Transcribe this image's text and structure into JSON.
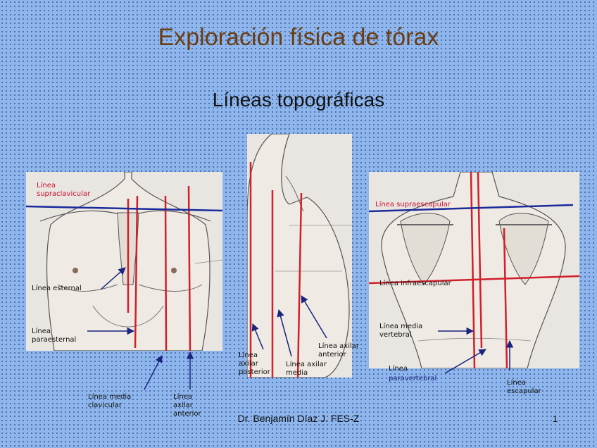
{
  "slide": {
    "title": "Exploración física de tórax",
    "subtitle": "Líneas topográficas",
    "footer": "Dr. Benjamín Díaz J. FES-Z",
    "page_number": "1"
  },
  "front_view": {
    "labels": {
      "supraclavicular": "Línea\nsupraclavicular",
      "esternal": "Línea esternal",
      "paraesternal": "Línea\nparaesternal",
      "media_clavicular": "Línea media\nclavicular",
      "axilar_anterior": "Línea\naxilar\nanterior"
    }
  },
  "side_view": {
    "labels": {
      "axilar_posterior": "Línea\naxilar\nposterior",
      "axilar_media": "Línea axilar\nmedia",
      "axilar_anterior": "Línea axilar\nanterior"
    }
  },
  "back_view": {
    "labels": {
      "supraescapular": "Línea supraescapular",
      "infraescapular": "Línea infraescapular",
      "media_vertebral": "Línea media\nvertebral",
      "paravertebral_1": "Línea",
      "paravertebral_2": "paravertebral",
      "escapular": "Línea\nescapular"
    }
  },
  "colors": {
    "background": "#8fb6ec",
    "title": "#6b3d12",
    "red_line": "#d0202a",
    "blue_line": "#1a2a9a",
    "navy_arrow": "#1a237e"
  }
}
